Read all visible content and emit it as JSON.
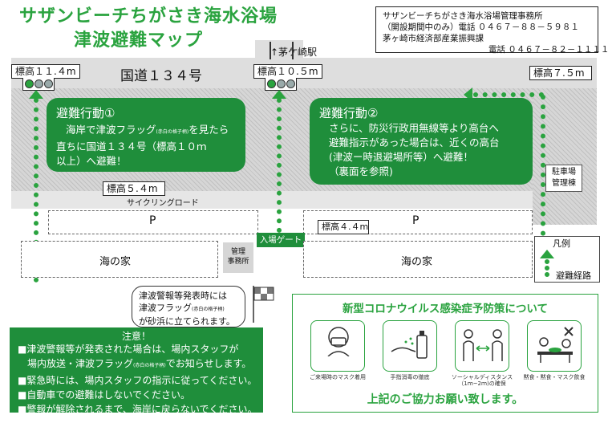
{
  "title": {
    "line1": "サザンビーチちがさき海水浴場",
    "line2": "津波避難マップ"
  },
  "office": {
    "line1": "サザンビーチちがさき海水浴場管理事務所",
    "line2": "（開設期間中のみ）電話 ０４６７－８８－５９８１",
    "line3": "茅ヶ崎市経済部産業振興課",
    "line4": "電話 ０４６７－８２－１１１１"
  },
  "map": {
    "road_main": "国道１３４号",
    "chigasaki_station": "↑茅ケ崎駅",
    "cycling_road": "サイクリングロード",
    "elev_11_4": "標高１１.４m",
    "elev_10_5": "標高１０.５m",
    "elev_7_5": "標高７.５m",
    "elev_5_4": "標高５.４m",
    "elev_4_4": "標高４.４m",
    "parking_label": "P",
    "beach_house": "海の家",
    "management_office": "管理\n事務所",
    "entrance_gate": "入場ゲート",
    "parking_building": "駐車場\n管理棟",
    "legend_title": "凡例",
    "legend_route": "避難経路",
    "flag_bubble_line1": "津波警報等発表時には",
    "flag_bubble_line2": "津波フラッグ",
    "flag_bubble_note": "(赤白の格子柄)",
    "flag_bubble_line3": "が砂浜に立てられます。"
  },
  "action1": {
    "heading": "避難行動①",
    "line1a": "海岸で津波フラッグ",
    "line1note": "(赤白の格子柄)",
    "line1b": "を見たら",
    "line2": "直ちに国道１３４号（標高１０ｍ",
    "line3": "以上）へ避難！"
  },
  "action2": {
    "heading": "避難行動②",
    "line1": "さらに、防災行政用無線等より高台へ",
    "line2": "避難指示があった場合は、近くの高台",
    "line3": "(津波ー時退避場所等）へ避難！",
    "line4": "（裏面を参照)"
  },
  "notice": {
    "title": "注意！",
    "item1a": "■津波警報等が発表された場合は、場内スタッフが",
    "item1b": "　場内放送・津波フラッグ",
    "item1note": "(赤白の格子柄)",
    "item1c": "でお知らせします。",
    "item2": "■緊急時には、場内スタッフの指示に従ってください。",
    "item3": "■自動車での避難はしないでください。",
    "item4": "■警報が解除されるまで、海岸に戻らないでください。"
  },
  "covid": {
    "title": "新型コロナウイルス感染症予防策について",
    "tile1": "ご来場時のマスク着用",
    "tile2": "手指消毒の徹底",
    "tile3a": "ソーシャルディスタンス",
    "tile3b": "（1ｍ~2ｍ)の確保",
    "tile4": "黙食・黙食・マスク飲食",
    "footer": "上記のご協力お願い致します。"
  },
  "colors": {
    "green": "#1f8e3b",
    "accent_green": "#2aa33f"
  }
}
